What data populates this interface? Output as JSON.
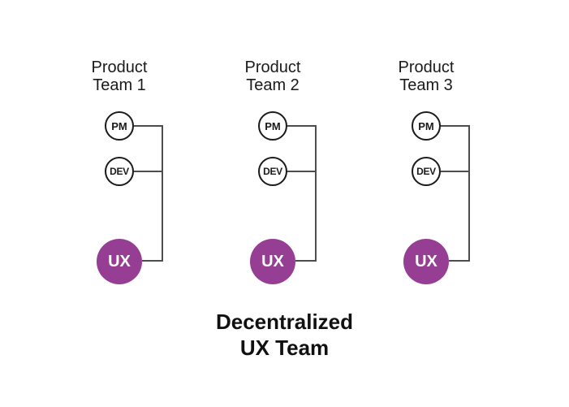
{
  "diagram": {
    "caption": {
      "line1": "Decentralized",
      "line2": "UX Team"
    },
    "colors": {
      "background": "#ffffff",
      "ux_circle_fill": "#963e94",
      "ux_circle_text": "#ffffff",
      "role_circle_stroke": "#1a1a1a",
      "connector_line": "#4d4d4d",
      "text": "#1a1a1a"
    },
    "teams": [
      {
        "title_line1": "Product",
        "title_line2": "Team 1",
        "pm_label": "PM",
        "dev_label": "DEV",
        "ux_label": "UX"
      },
      {
        "title_line1": "Product",
        "title_line2": "Team 2",
        "pm_label": "PM",
        "dev_label": "DEV",
        "ux_label": "UX"
      },
      {
        "title_line1": "Product",
        "title_line2": "Team 3",
        "pm_label": "PM",
        "dev_label": "DEV",
        "ux_label": "UX"
      }
    ]
  }
}
